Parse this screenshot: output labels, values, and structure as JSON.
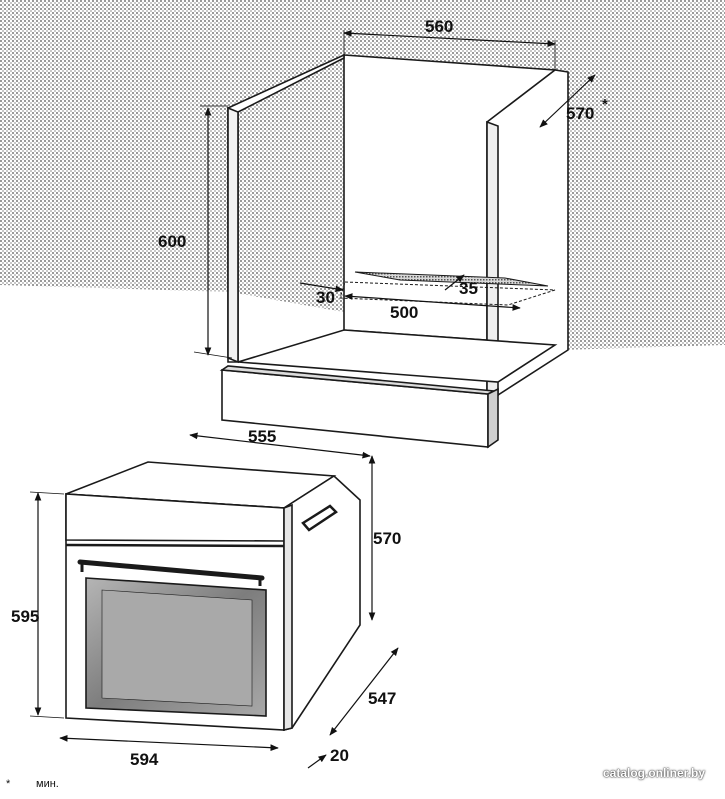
{
  "cabinet": {
    "width": "560",
    "depth": "570",
    "depth_mark": "*",
    "height": "600",
    "opening_offset": "30",
    "opening_width": "500",
    "opening_depth": "35"
  },
  "oven": {
    "depth_top": "555",
    "height_side": "570",
    "height_front": "595",
    "depth_body": "547",
    "width": "594",
    "front_thickness": "20"
  },
  "footnote": {
    "mark": "*",
    "text": "мин."
  },
  "watermark": "catalog.onliner.by",
  "colors": {
    "wall_pattern": "#bdbdbd",
    "line": "#1a1a1a",
    "glass": "#8f8f8f"
  }
}
